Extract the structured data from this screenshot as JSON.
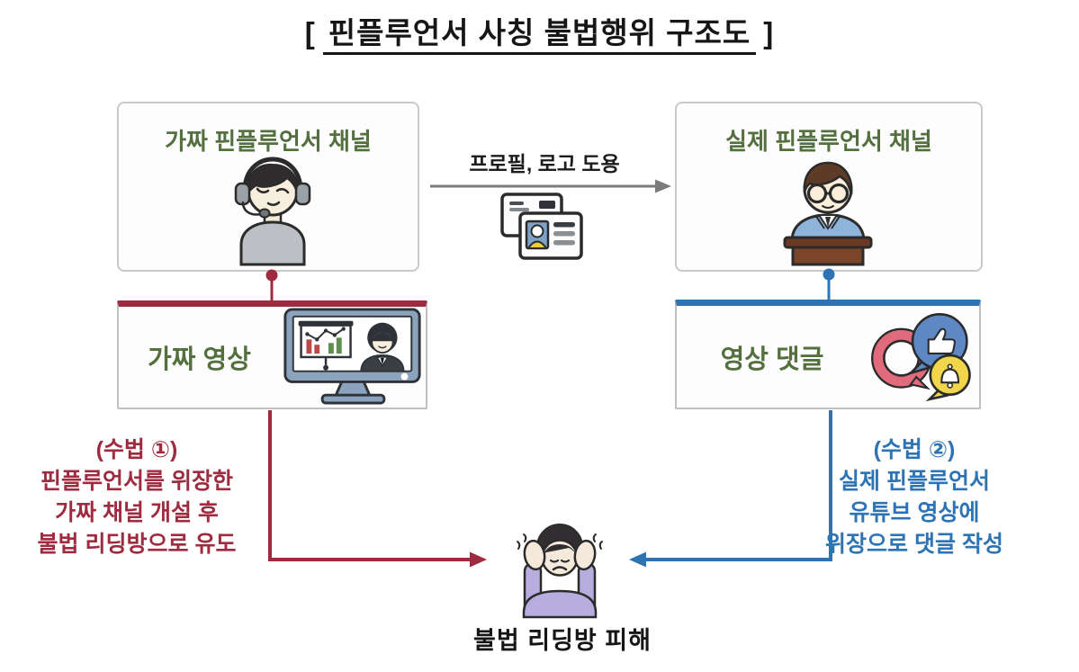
{
  "title": {
    "bracket_left": "[",
    "text": "핀플루언서 사칭 불법행위 구조도",
    "bracket_right": "]"
  },
  "boxes": {
    "fake_channel": {
      "label": "가짜 핀플루언서 채널"
    },
    "real_channel": {
      "label": "실제 핀플루언서 채널"
    },
    "fake_video": {
      "label": "가짜 영상"
    },
    "video_comment": {
      "label": "영상 댓글"
    }
  },
  "transfer": {
    "label": "프로필, 로고 도용"
  },
  "methods": [
    {
      "lines": [
        "(수법 ①)",
        "핀플루언서를 위장한",
        "가짜 채널 개설 후",
        "불법 리딩방으로 유도"
      ]
    },
    {
      "lines": [
        "(수법 ②)",
        "실제 핀플루언서",
        "유튜브 영상에",
        "위장으로 댓글 작성"
      ]
    }
  ],
  "victim": {
    "label": "불법 리딩방 피해"
  },
  "icons": {
    "fake_channel": "headset-scammer-icon",
    "real_channel": "podium-presenter-icon",
    "transfer": "id-cards-icon",
    "fake_video": "monitor-chart-presenter-icon",
    "video_comment": "social-reaction-bubbles-icon",
    "victim": "distressed-person-icon"
  },
  "colors": {
    "label_green": "#54703e",
    "method1_red": "#9e2b40",
    "method2_blue": "#2e74b5",
    "theft_arrow_gray": "#7b7b7b",
    "title_black": "#161616"
  }
}
